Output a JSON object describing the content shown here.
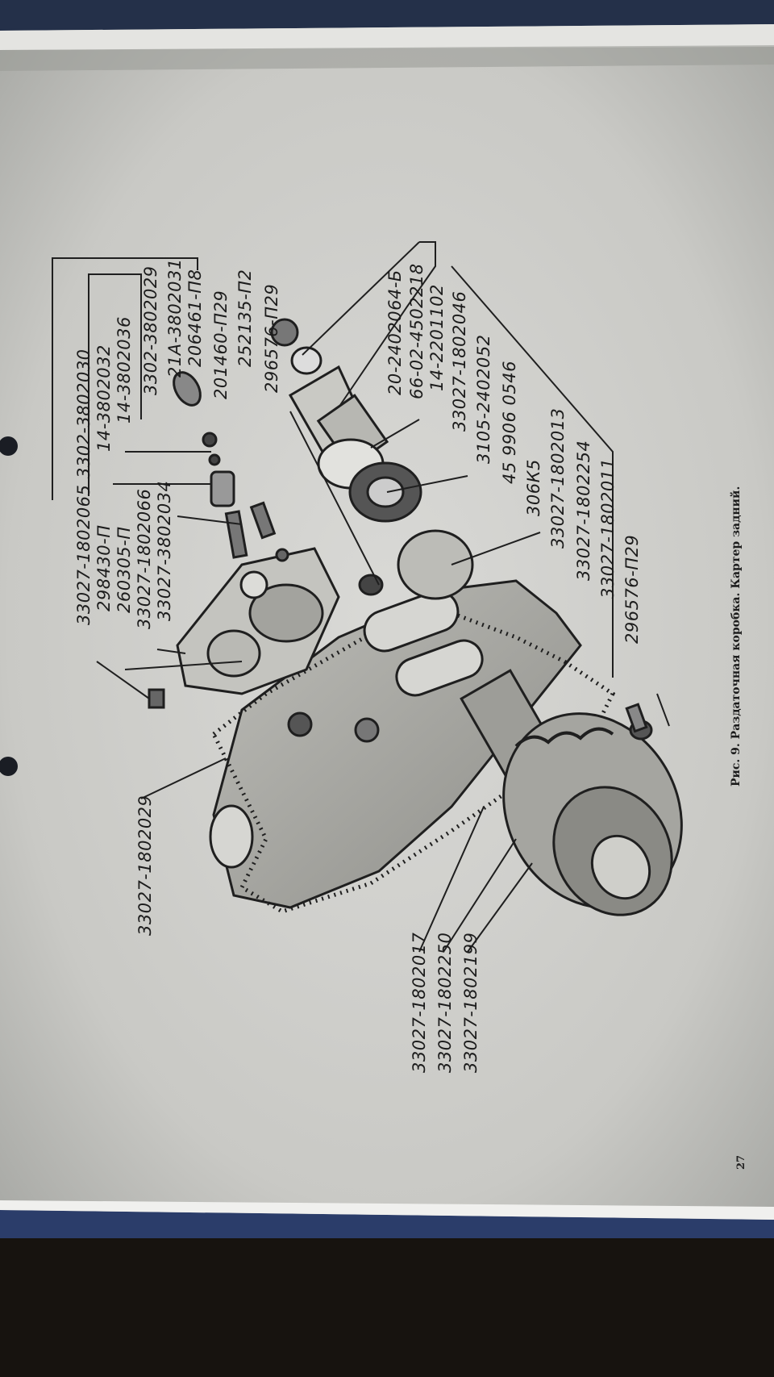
{
  "caption": "Рис. 9. Раздаточная коробка. Картер задний.",
  "page_number": "27",
  "part_labels": {
    "p01": "33027-1802065",
    "p02": "298430-П",
    "p03": "260305-П",
    "p04": "33027-1802066",
    "p05": "33027-3802034",
    "p06": "3302-3802030",
    "p07": "14-3802032",
    "p08": "14-3802036",
    "p09": "3302-3802029",
    "p10": "21А-3802031",
    "p11": "206461-П8",
    "p12": "201460-П29",
    "p13": "252135-П2",
    "p14": "296576-П29",
    "p15": "20-2402064-Б",
    "p16": "66-02-4502218",
    "p17": "14-2201102",
    "p18": "33027-1802046",
    "p19": "3105-2402052",
    "p20": "45 9906 0546",
    "p21": "306К5",
    "p22": "33027-1802013",
    "p23": "33027-1802254",
    "p24": "33027-1802011",
    "p25": "296576-П29",
    "p26": "33027-1802029",
    "p27": "33027-1802017",
    "p28": "33027-1802250",
    "p29": "33027-1802199"
  }
}
